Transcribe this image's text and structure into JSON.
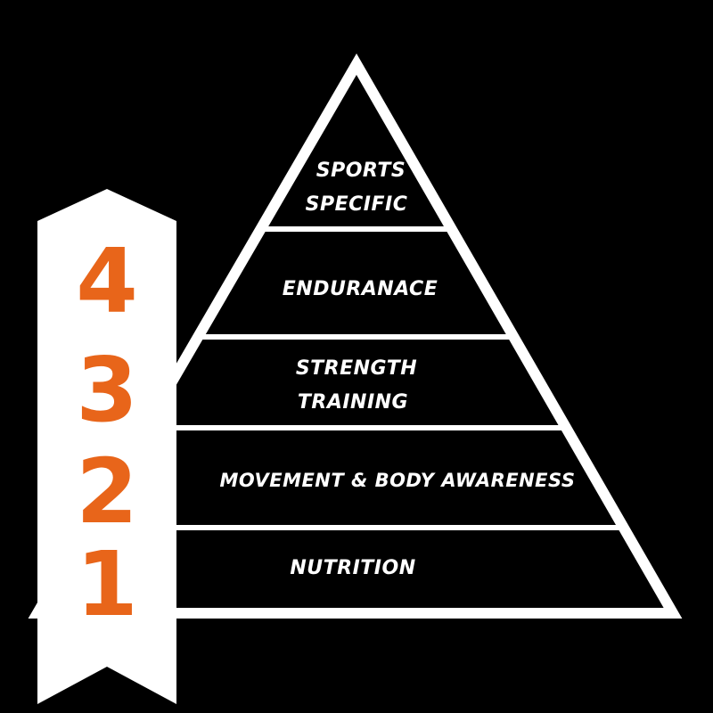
{
  "layers": [
    {
      "lines": [
        "SPORTS",
        "SPECIFIC"
      ]
    },
    {
      "lines": [
        "ENDURANACE"
      ]
    },
    {
      "lines": [
        "STRENGTH",
        "TRAINING"
      ]
    },
    {
      "lines": [
        "MOVEMENT & BODY AWARENESS"
      ]
    },
    {
      "lines": [
        "NUTRITION"
      ]
    }
  ],
  "ribbon_numbers": [
    "4",
    "3",
    "2",
    "1"
  ],
  "colors": {
    "background": "#000000",
    "outline": "#ffffff",
    "ribbon": "#ffffff",
    "number": "#e8651a",
    "text": "#ffffff"
  }
}
